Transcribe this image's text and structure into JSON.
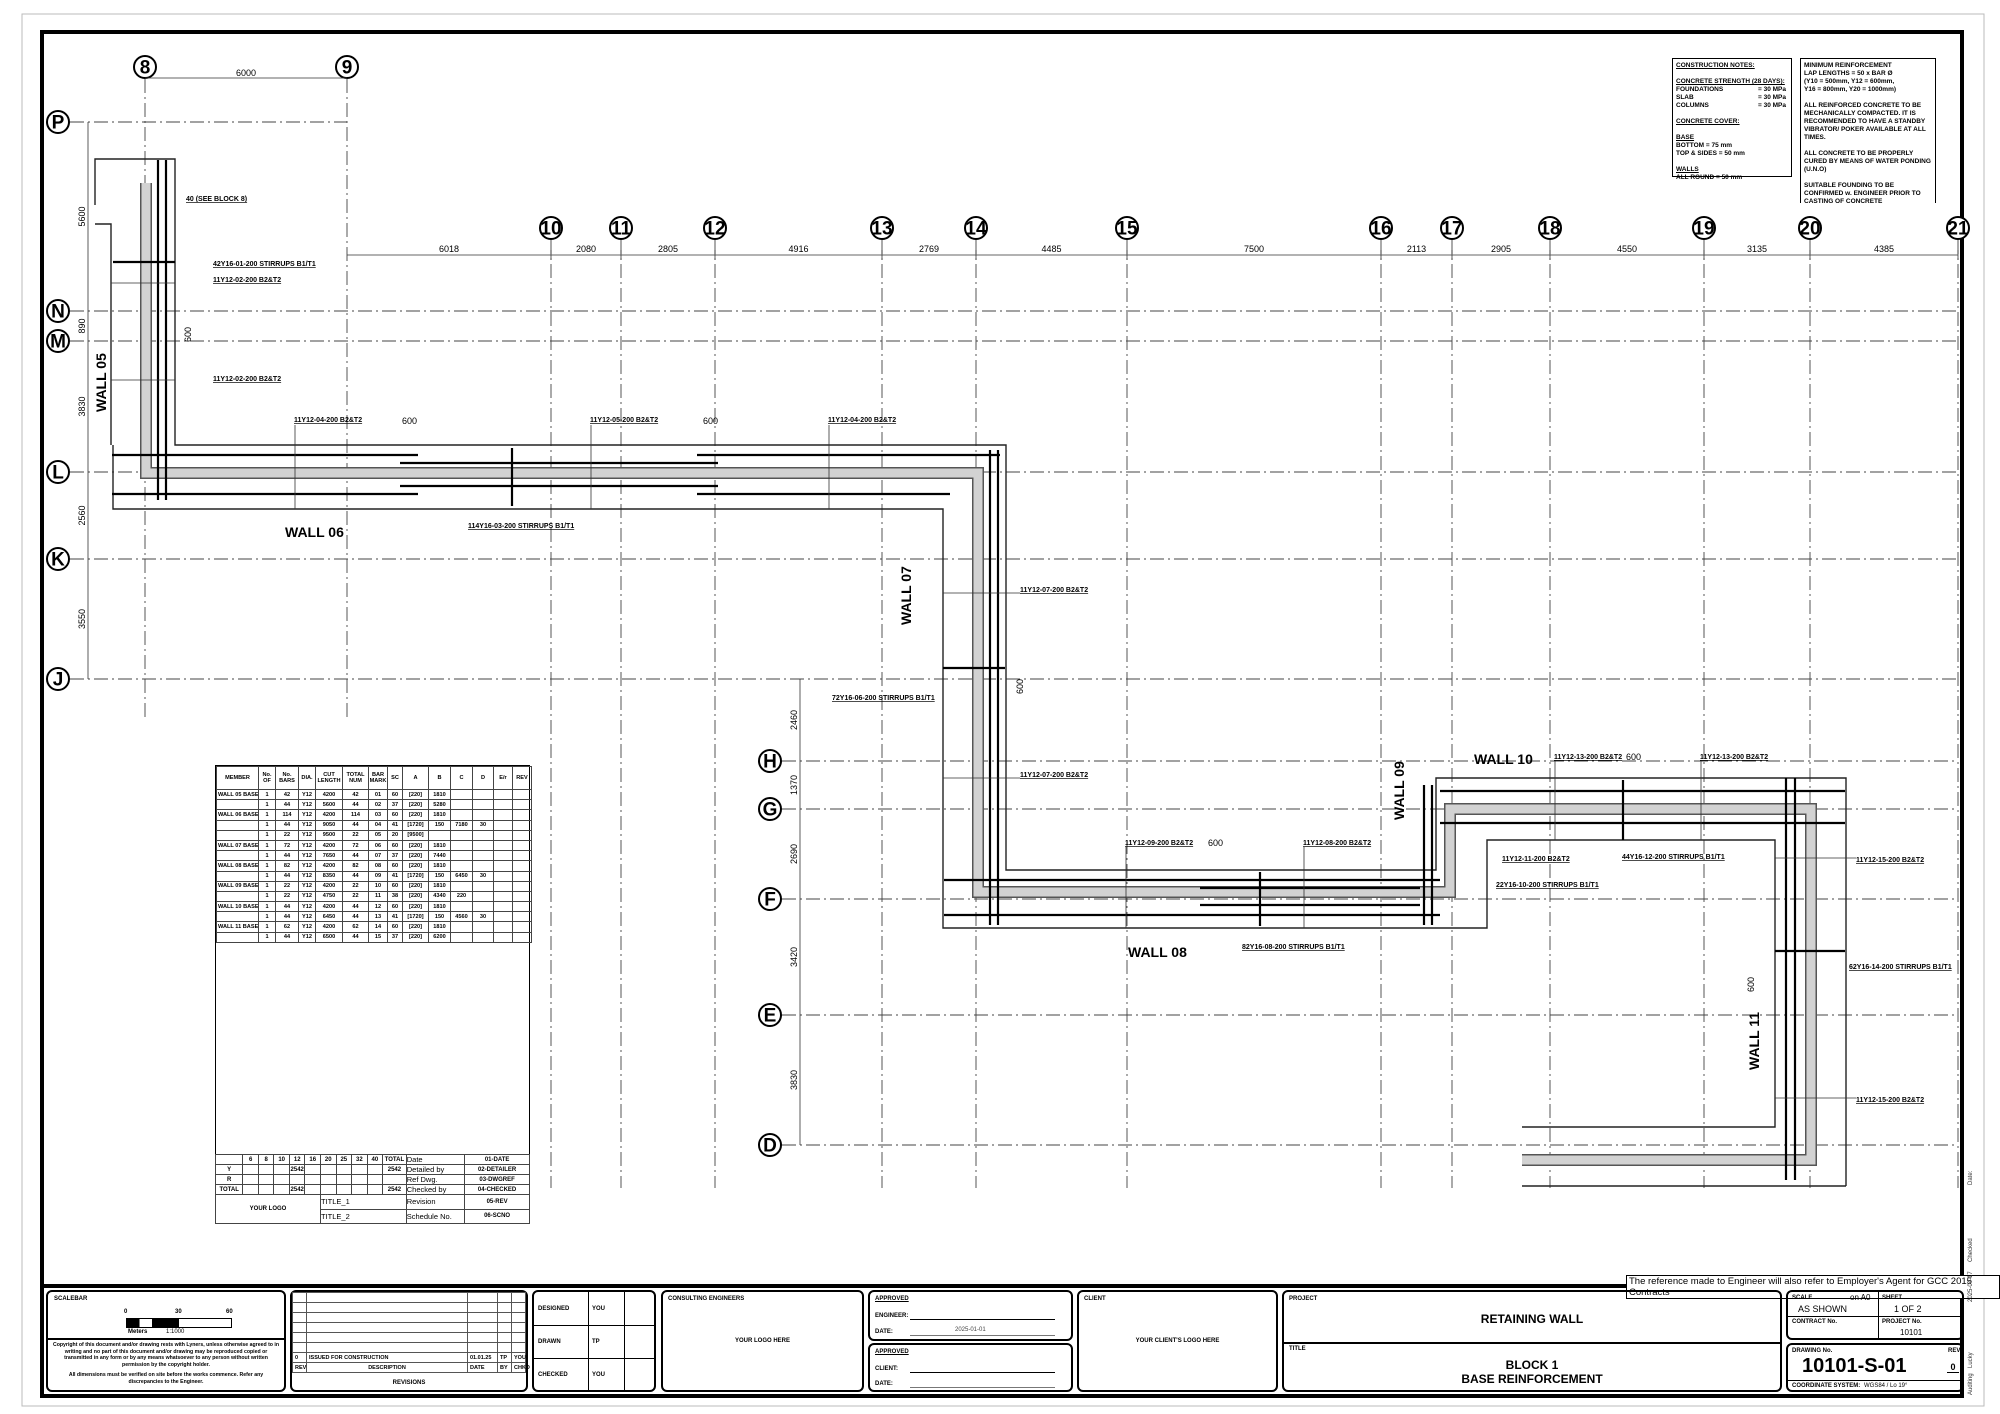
{
  "grid": {
    "columns_top": [
      "8",
      "9"
    ],
    "columns": [
      "10",
      "11",
      "12",
      "13",
      "14",
      "15",
      "16",
      "17",
      "18",
      "19",
      "20",
      "21"
    ],
    "rows_upper": [
      "P",
      "N",
      "M",
      "L",
      "K",
      "J"
    ],
    "rows_lower": [
      "H",
      "G",
      "F",
      "E",
      "D"
    ]
  },
  "dimensions": {
    "top_8_9": "6000",
    "top": [
      "6018",
      "2080",
      "2805",
      "4916",
      "2769",
      "4485",
      "7500",
      "2113",
      "2905",
      "4550",
      "3135",
      "4385"
    ],
    "left_upper": [
      "5600",
      "890",
      "3830",
      "2560",
      "3550"
    ],
    "left_lower": [
      "2460",
      "1370",
      "2690",
      "3420",
      "3830"
    ],
    "lap": "600"
  },
  "walls": [
    "WALL 05",
    "WALL 06",
    "WALL 07",
    "WALL 08",
    "WALL 09",
    "WALL 10",
    "WALL 11"
  ],
  "rebar_labels": [
    "40 (SEE BLOCK 8)",
    "42Y16-01-200 STIRRUPS B1/T1",
    "11Y12-02-200 B2&T2",
    "11Y12-02-200 B2&T2",
    "11Y12-04-200 B2&T2",
    "11Y12-05-200 B2&T2",
    "11Y12-04-200 B2&T2",
    "114Y16-03-200 STIRRUPS B1/T1",
    "11Y12-07-200 B2&T2",
    "72Y16-06-200 STIRRUPS B1/T1",
    "11Y12-07-200 B2&T2",
    "11Y12-09-200 B2&T2",
    "11Y12-08-200 B2&T2",
    "11Y12-11-200 B2&T2",
    "22Y16-10-200 STIRRUPS B1/T1",
    "82Y16-08-200 STIRRUPS B1/T1",
    "11Y12-13-200 B2&T2",
    "11Y12-13-200 B2&T2",
    "44Y16-12-200 STIRRUPS B1/T1",
    "11Y12-15-200 B2&T2",
    "62Y16-14-200 STIRRUPS B1/T1",
    "11Y12-15-200 B2&T2"
  ],
  "notes": {
    "construction": {
      "title": "CONSTRUCTION NOTES:",
      "strength_title": "CONCRETE STRENGTH (28 DAYS):",
      "strengths": [
        [
          "FOUNDATIONS",
          "= 30 MPa"
        ],
        [
          "SLAB",
          "= 30 MPa"
        ],
        [
          "COLUMNS",
          "= 30 MPa"
        ]
      ],
      "cover_title": "CONCRETE COVER:",
      "base_title": "BASE",
      "base_lines": [
        "BOTTOM = 75 mm",
        "TOP & SIDES = 50 mm"
      ],
      "walls_title": "WALLS",
      "walls_lines": [
        "ALL ROUND = 50 mm"
      ]
    },
    "general": [
      "MINIMUM REINFORCEMENT\nLAP LENGTHS = 50 x BAR Ø\n(Y10 = 500mm, Y12 = 600mm,\nY16 = 800mm, Y20 = 1000mm)",
      "ALL REINFORCED CONCRETE TO BE MECHANICALLY COMPACTED. IT IS RECOMMENDED TO HAVE A STANDBY VIBRATOR/ POKER AVAILABLE AT ALL TIMES.",
      "ALL CONCRETE TO BE PROPERLY CURED BY MEANS OF WATER PONDING (U.N.O)",
      "SUITABLE FOUNDING TO BE CONFIRMED w. ENGINEER PRIOR TO CASTING OF CONCRETE"
    ]
  },
  "bar_schedule": {
    "headers": [
      "MEMBER",
      "No. OF",
      "No. BARS",
      "DIA.",
      "CUT LENGTH",
      "TOTAL NUM",
      "BAR MARK",
      "SC",
      "A",
      "B",
      "C",
      "D",
      "E/r",
      "REV"
    ],
    "rows": [
      [
        "WALL 05 BASE",
        "1",
        "42",
        "Y12",
        "4200",
        "42",
        "01",
        "60",
        "[220]",
        "1810",
        "",
        "",
        "",
        ""
      ],
      [
        "",
        "1",
        "44",
        "Y12",
        "5600",
        "44",
        "02",
        "37",
        "[220]",
        "5280",
        "",
        "",
        "",
        ""
      ],
      [
        "WALL 06 BASE",
        "1",
        "114",
        "Y12",
        "4200",
        "114",
        "03",
        "60",
        "[220]",
        "1810",
        "",
        "",
        "",
        ""
      ],
      [
        "",
        "1",
        "44",
        "Y12",
        "9050",
        "44",
        "04",
        "41",
        "[1720]",
        "150",
        "7180",
        "30",
        "",
        ""
      ],
      [
        "",
        "1",
        "22",
        "Y12",
        "9500",
        "22",
        "05",
        "20",
        "[9500]",
        "",
        "",
        "",
        "",
        ""
      ],
      [
        "WALL 07 BASE",
        "1",
        "72",
        "Y12",
        "4200",
        "72",
        "06",
        "60",
        "[220]",
        "1810",
        "",
        "",
        "",
        ""
      ],
      [
        "",
        "1",
        "44",
        "Y12",
        "7650",
        "44",
        "07",
        "37",
        "[220]",
        "7440",
        "",
        "",
        "",
        ""
      ],
      [
        "WALL 08 BASE",
        "1",
        "82",
        "Y12",
        "4200",
        "82",
        "08",
        "60",
        "[220]",
        "1810",
        "",
        "",
        "",
        ""
      ],
      [
        "",
        "1",
        "44",
        "Y12",
        "8350",
        "44",
        "09",
        "41",
        "[1720]",
        "150",
        "6450",
        "30",
        "",
        ""
      ],
      [
        "WALL 09 BASE",
        "1",
        "22",
        "Y12",
        "4200",
        "22",
        "10",
        "60",
        "[220]",
        "1810",
        "",
        "",
        "",
        ""
      ],
      [
        "",
        "1",
        "22",
        "Y12",
        "4750",
        "22",
        "11",
        "38",
        "[220]",
        "4340",
        "220",
        "",
        "",
        ""
      ],
      [
        "WALL 10 BASE",
        "1",
        "44",
        "Y12",
        "4200",
        "44",
        "12",
        "60",
        "[220]",
        "1810",
        "",
        "",
        "",
        ""
      ],
      [
        "",
        "1",
        "44",
        "Y12",
        "6450",
        "44",
        "13",
        "41",
        "[1720]",
        "150",
        "4560",
        "30",
        "",
        ""
      ],
      [
        "WALL 11 BASE",
        "1",
        "62",
        "Y12",
        "4200",
        "62",
        "14",
        "60",
        "[220]",
        "1810",
        "",
        "",
        "",
        ""
      ],
      [
        "",
        "1",
        "44",
        "Y12",
        "6500",
        "44",
        "15",
        "37",
        "[220]",
        "6200",
        "",
        "",
        "",
        ""
      ]
    ]
  },
  "summary": {
    "diameters": [
      "6",
      "8",
      "10",
      "12",
      "16",
      "20",
      "25",
      "32",
      "40",
      "TOTAL"
    ],
    "rows": [
      {
        "label": "Y",
        "values": [
          "",
          "",
          "",
          "2542",
          "",
          "",
          "",
          "",
          "",
          "2542"
        ]
      },
      {
        "label": "R",
        "values": [
          "",
          "",
          "",
          "",
          "",
          "",
          "",
          "",
          "",
          ""
        ]
      },
      {
        "label": "TOTAL",
        "values": [
          "",
          "",
          "",
          "2542",
          "",
          "",
          "",
          "",
          "",
          "2542"
        ]
      }
    ],
    "info": [
      [
        "Date",
        "01-DATE"
      ],
      [
        "Detailed by",
        "02-DETAILER"
      ],
      [
        "Ref Dwg.",
        "03-DWGREF"
      ],
      [
        "Checked by",
        "04-CHECKED"
      ]
    ],
    "logo": "YOUR LOGO",
    "title_1": "TITLE_1",
    "title_2": "TITLE_2",
    "revision_label": "Revision",
    "revision_value": "05-REV",
    "schedule_label": "Schedule No.",
    "schedule_value": "06-SCNO"
  },
  "title_block": {
    "notice": "The reference made to Engineer will also refer to Employer's Agent for GCC 2015 Contracts",
    "scalebar": {
      "label": "SCALEBAR",
      "ticks": [
        "0",
        "30",
        "60"
      ],
      "units": "Meters",
      "ratio": "1:1000"
    },
    "copyright": "Copyright of this document and/or drawing rests with Lyners, unless otherwise agreed to in writing and no part of this document and/or drawing may be reproduced copied or transmitted in any form or by any means whatsoever to any person without written permission by the copyright holder.",
    "dimensions_note": "All dimensions must be verified on site before the works commence. Refer any discrepancies to the Engineer.",
    "revisions": {
      "row": [
        "0",
        "ISSUED FOR CONSTRUCTION",
        "01.01.25",
        "TP",
        "YOU"
      ],
      "headers": [
        "REV",
        "DESCRIPTION",
        "DATE",
        "BY",
        "CHKD"
      ],
      "caption": "REVISIONS"
    },
    "people": [
      [
        "DESIGNED",
        "YOU"
      ],
      [
        "DRAWN",
        "TP"
      ],
      [
        "CHECKED",
        "YOU"
      ]
    ],
    "consulting": {
      "label": "CONSULTING ENGINEERS",
      "logo": "YOUR LOGO HERE"
    },
    "approved_engineer": {
      "label": "APPROVED",
      "engineer": "ENGINEER:",
      "date_label": "DATE:",
      "date": "2025-01-01"
    },
    "approved_client": {
      "label": "APPROVED",
      "client": "CLIENT:",
      "date_label": "DATE:"
    },
    "client": {
      "label": "CLIENT",
      "logo": "YOUR CLIENT'S LOGO HERE"
    },
    "project": {
      "label": "PROJECT",
      "name": "RETAINING WALL"
    },
    "title": {
      "label": "TITLE",
      "line1": "BLOCK 1",
      "line2": "BASE REINFORCEMENT"
    },
    "scale": {
      "label": "SCALE",
      "on": "on A0",
      "value": "AS SHOWN"
    },
    "sheet": {
      "label": "SHEET",
      "value": "1 OF 2"
    },
    "contract": {
      "label": "CONTRACT No.",
      "value": ""
    },
    "project_no": {
      "label": "PROJECT No.",
      "value": "10101"
    },
    "drawing_no": {
      "label": "DRAWING No.",
      "value": "10101-S-01"
    },
    "rev": {
      "label": "REV",
      "value": "0"
    },
    "coordinate_system": {
      "label": "COORDINATE SYSTEM:",
      "value": "WGS84 / Lo 19°"
    }
  },
  "margin": [
    "Date:",
    "Checked",
    "2025-04-17",
    "Auditing",
    "Lucky"
  ]
}
